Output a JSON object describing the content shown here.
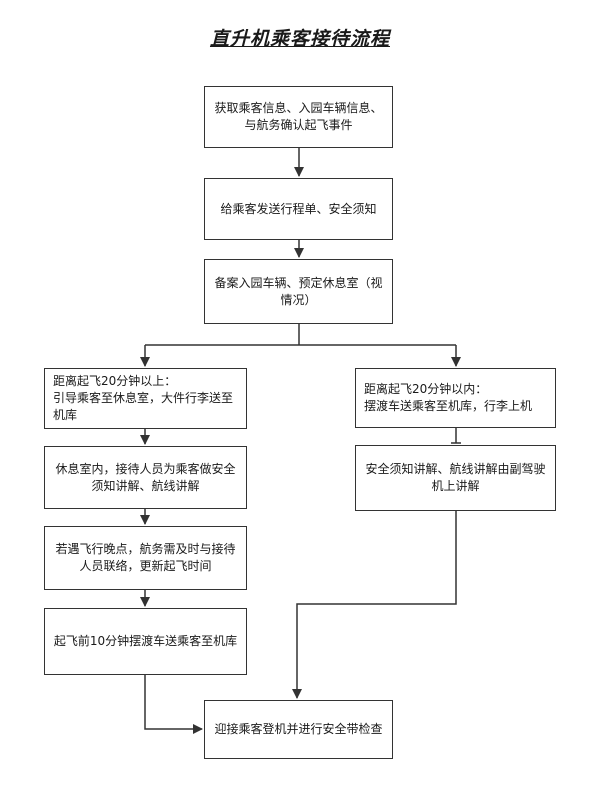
{
  "title": "直升机乘客接待流程",
  "steps": {
    "step1": "获取乘客信息、入园车辆信息、\n与航务确认起飞事件",
    "step2": "给乘客发送行程单、安全须知",
    "step3": "备案入园车辆、预定休息室（视\n情况）",
    "left1": "距离起飞20分钟以上：\n引导乘客至休息室，大件行李送至\n机库",
    "left2": "休息室内，接待人员为乘客做安全\n须知讲解、航线讲解",
    "left3": "若遇飞行晚点，航务需及时与接待\n人员联络，更新起飞时间",
    "left4": "起飞前10分钟摆渡车送乘客至机库",
    "right1": "距离起飞20分钟以内：\n摆渡车送乘客至机库，行李上机",
    "right2": "安全须知讲解、航线讲解由副驾驶\n机上讲解",
    "final": "迎接乘客登机并进行安全带检查"
  }
}
